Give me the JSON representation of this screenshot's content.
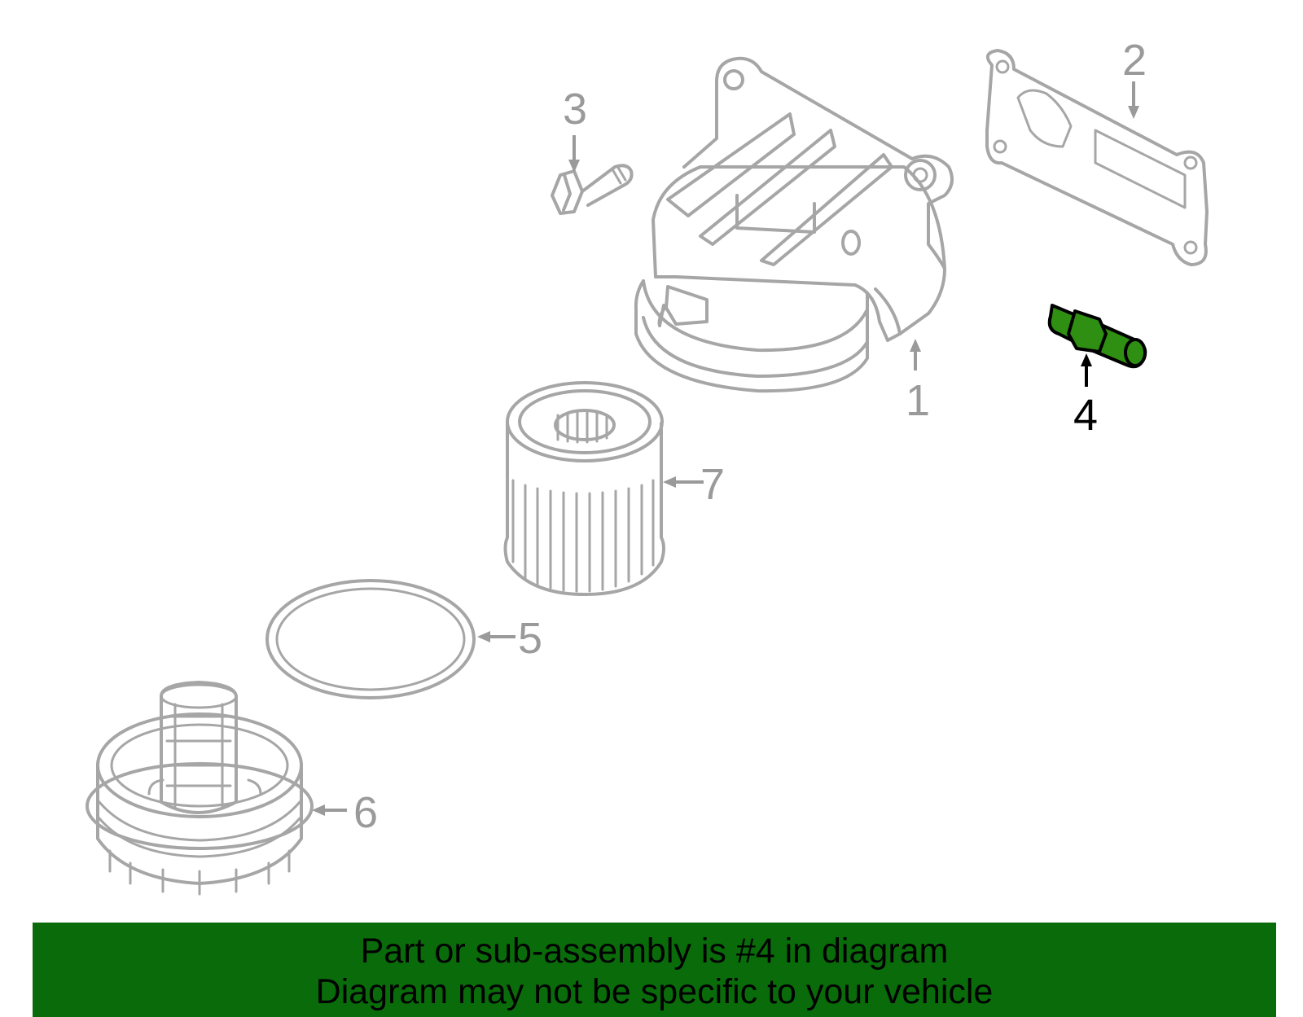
{
  "callouts": {
    "c1": "1",
    "c2": "2",
    "c3": "3",
    "c4": "4",
    "c5": "5",
    "c6": "6",
    "c7": "7"
  },
  "highlighted_part": "4",
  "colors": {
    "highlight_part": "#2f8f12",
    "banner": "#0a6b0a",
    "line_art": "#a6a6a6"
  },
  "banner": {
    "line1": "Part or sub-assembly is #4 in diagram",
    "line2": "Diagram may not be specific to your vehicle"
  }
}
